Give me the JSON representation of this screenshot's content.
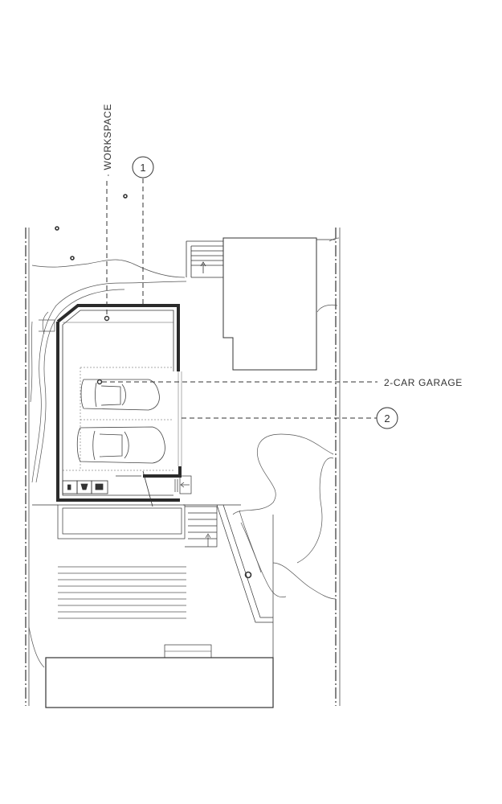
{
  "labels": {
    "workspace": "· WORKSPACE",
    "garage": "2-CAR GARAGE"
  },
  "markers": [
    {
      "id": "1"
    },
    {
      "id": "2"
    }
  ],
  "colors": {
    "ink": "#333333",
    "wall": "#2b2b2b",
    "background": "#ffffff"
  }
}
